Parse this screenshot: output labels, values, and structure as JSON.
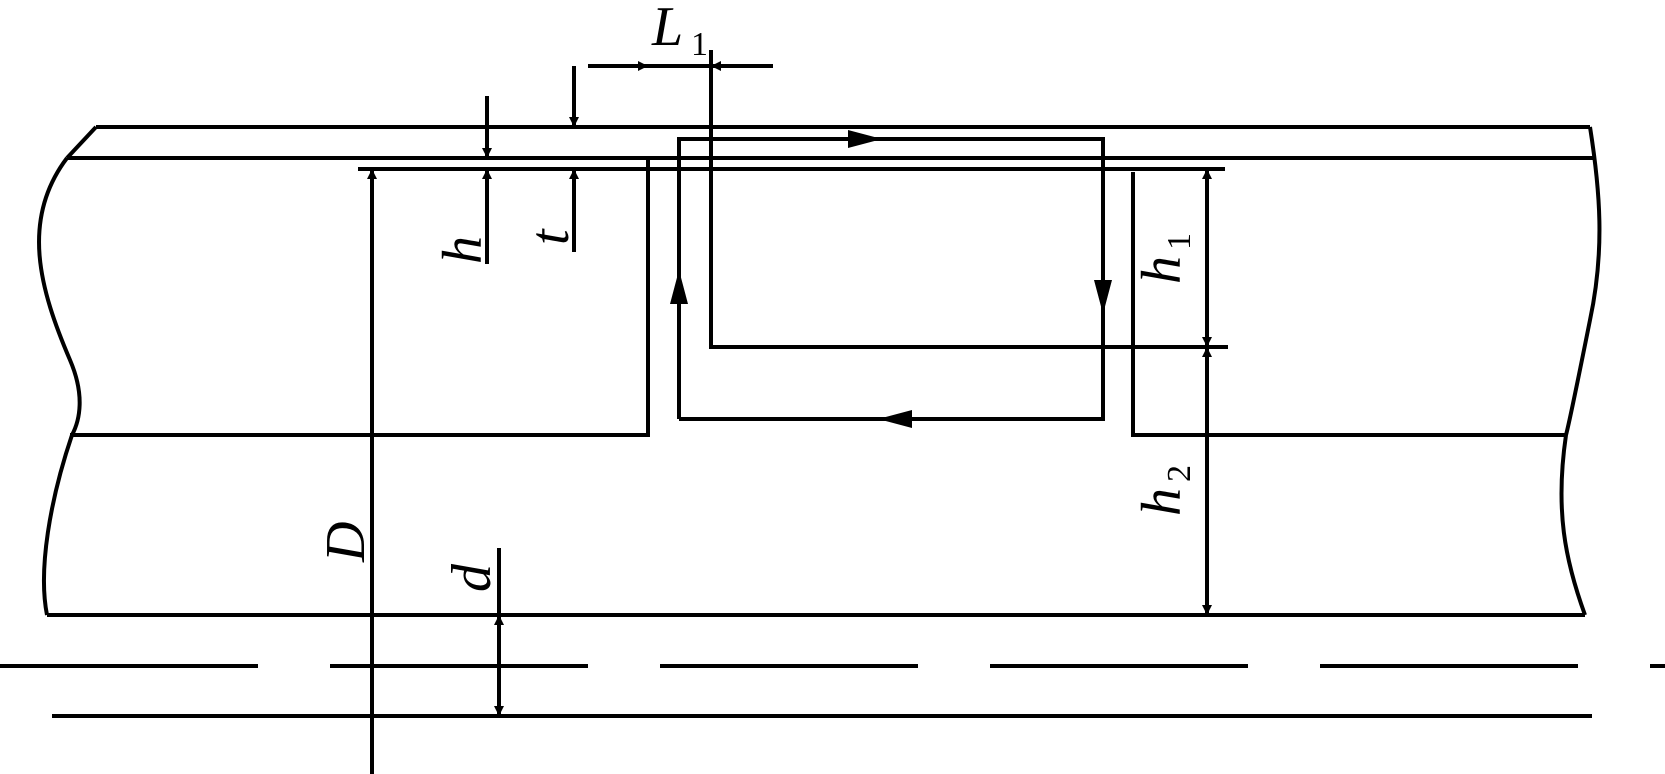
{
  "labels": {
    "L": "L",
    "L_sub": "1",
    "h": "h",
    "t": "t",
    "h1": "h",
    "h1_sub": "1",
    "h2": "h",
    "h2_sub": "2",
    "D": "D",
    "d": "d"
  },
  "colors": {
    "stroke": "#000000",
    "background": "#ffffff"
  }
}
